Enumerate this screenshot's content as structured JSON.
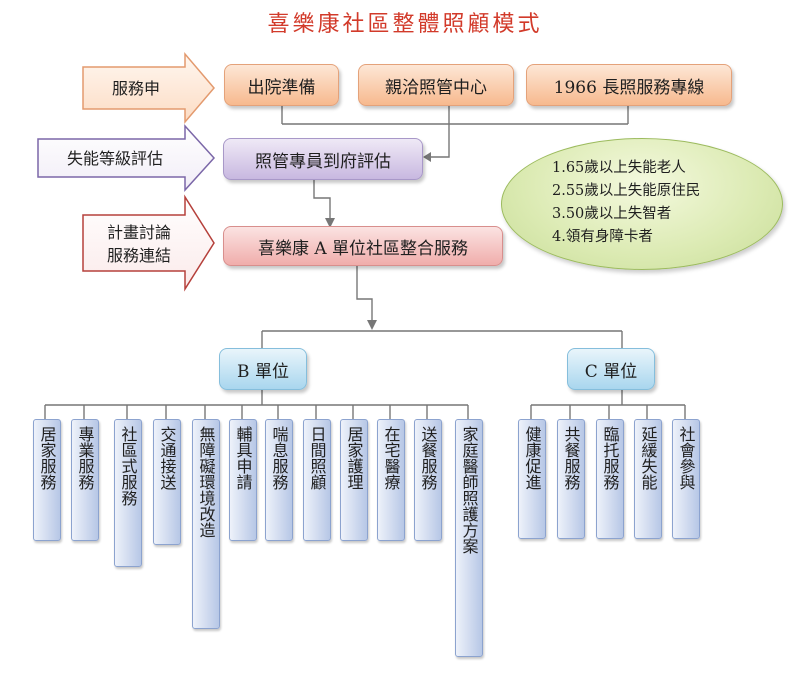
{
  "title": "喜樂康社區整體照顧模式",
  "arrows": {
    "apply": "服務申",
    "assess": "失能等級評估",
    "plan_line1": "計畫討論",
    "plan_line2": "服務連結"
  },
  "entry_boxes": [
    "出院準備",
    "親洽照管中心",
    "1966 長照服務專線"
  ],
  "assessment_box": "照管專員到府評估",
  "a_unit_box": "喜樂康 A 單位社區整合服務",
  "criteria": [
    "1.65歲以上失能老人",
    "2.55歲以上失能原住民",
    "3.50歲以上失智者",
    "4.領有身障卡者"
  ],
  "b_unit": {
    "label": "B 單位",
    "services": [
      "居家服務",
      "專業服務",
      "社區式服務",
      "交通接送",
      "無障礙環境改造",
      "輔具申請",
      "喘息服務",
      "日間照顧",
      "居家護理",
      "在宅醫療",
      "送餐服務",
      "家庭醫師照護方案"
    ]
  },
  "c_unit": {
    "label": "C 單位",
    "services": [
      "健康促進",
      "共餐服務",
      "臨托服務",
      "延緩失能",
      "社會參與"
    ]
  }
}
